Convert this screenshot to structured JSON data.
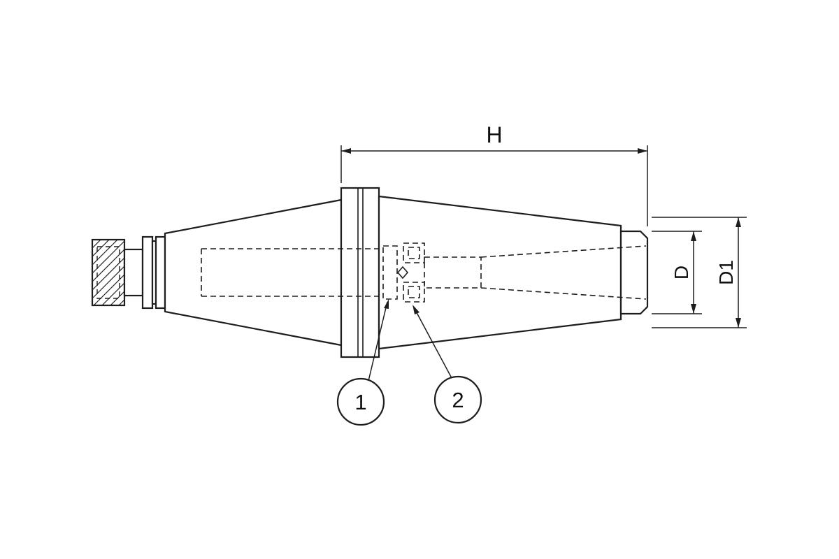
{
  "drawing": {
    "colors": {
      "line": "#1d1d1d",
      "background": "#ffffff"
    },
    "dimensions": {
      "h": "H",
      "d": "D",
      "d1": "D1"
    },
    "callouts": [
      {
        "label": "1"
      },
      {
        "label": "2"
      }
    ]
  }
}
